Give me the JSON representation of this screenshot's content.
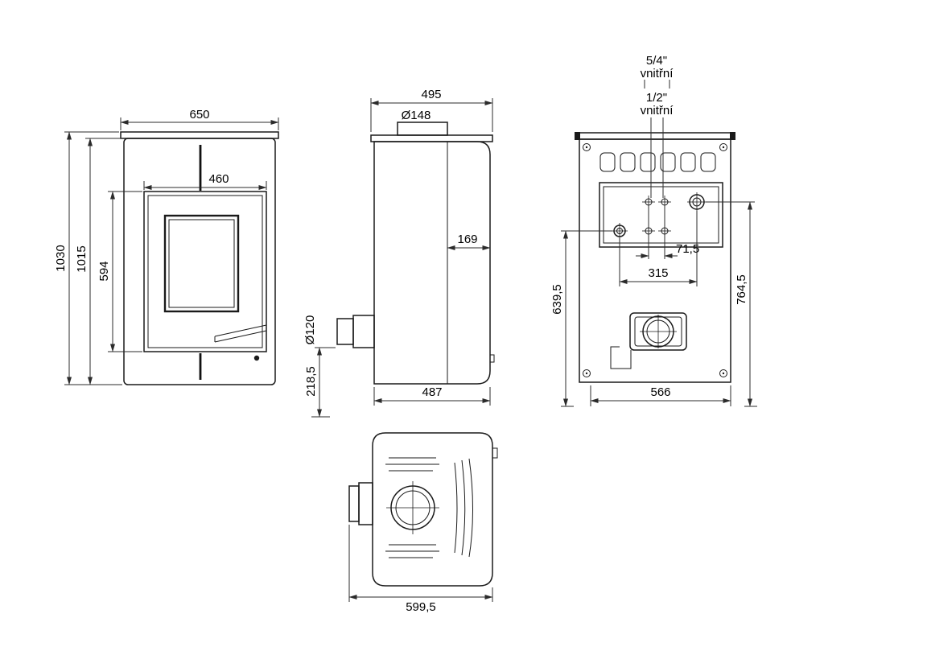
{
  "drawing": {
    "front": {
      "width": "650",
      "door_width": "460",
      "height_total": "1030",
      "height_body": "1015",
      "door_height": "594"
    },
    "side": {
      "depth_top": "495",
      "flue_diameter": "Ø148",
      "rear_depth": "169",
      "outlet_diameter": "Ø120",
      "outlet_height": "218,5",
      "depth_bottom": "487"
    },
    "rear": {
      "fitting_large_size": "5/4\"",
      "fitting_large_type": "vnitřní",
      "fitting_small_size": "1/2\"",
      "fitting_small_type": "vnitřní",
      "bolt_spacing": "71,5",
      "fitting_spacing": "315",
      "fitting_small_height": "639,5",
      "fitting_large_height": "764,5",
      "width": "566"
    },
    "top": {
      "depth_overall": "599,5"
    }
  }
}
